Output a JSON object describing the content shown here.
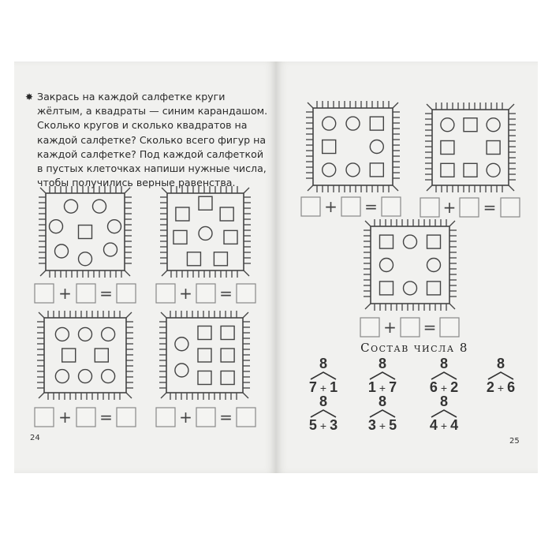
{
  "left_page": {
    "task_marker": "✸",
    "task_text": "Закрась на каждой салфетке круги жёлтым, а квадраты — синим карандашом. Сколько кругов и сколько квадратов на каждой салфетке? Сколько всего фигур на каждой салфетке? Под каждой салфеткой в пустых клеточках напиши нужные числа, чтобы получились верные равенства.",
    "page_number": "24"
  },
  "right_page": {
    "section_title": "Состав числа 8",
    "page_number": "25",
    "compositions": [
      {
        "total": "8",
        "a": "7",
        "b": "1"
      },
      {
        "total": "8",
        "a": "1",
        "b": "7"
      },
      {
        "total": "8",
        "a": "6",
        "b": "2"
      },
      {
        "total": "8",
        "a": "2",
        "b": "6"
      },
      {
        "total": "8",
        "a": "5",
        "b": "3"
      },
      {
        "total": "8",
        "a": "3",
        "b": "5"
      },
      {
        "total": "8",
        "a": "4",
        "b": "4"
      }
    ]
  },
  "equation": {
    "plus": "+",
    "equals": "="
  },
  "napkins": [
    {
      "shapes": [
        "circle",
        "circle",
        "circle",
        "circle",
        "circle",
        "circle",
        "circle",
        "square"
      ]
    },
    {
      "shapes": [
        "square",
        "square",
        "square",
        "square",
        "square",
        "square",
        "square",
        "circle"
      ]
    },
    {
      "shapes": [
        "circle",
        "circle",
        "circle",
        "square",
        "square",
        "circle",
        "circle",
        "circle"
      ]
    },
    {
      "shapes": [
        "circle",
        "circle",
        "square",
        "square",
        "square",
        "square",
        "square",
        "square"
      ]
    },
    {
      "shapes": [
        "circle",
        "circle",
        "square",
        "square",
        "circle",
        "circle",
        "circle",
        "square"
      ]
    },
    {
      "shapes": [
        "circle",
        "square",
        "circle",
        "square",
        "square",
        "square",
        "square",
        "circle"
      ]
    },
    {
      "shapes": [
        "square",
        "circle",
        "square",
        "circle",
        "circle",
        "square",
        "circle",
        "square"
      ]
    }
  ]
}
